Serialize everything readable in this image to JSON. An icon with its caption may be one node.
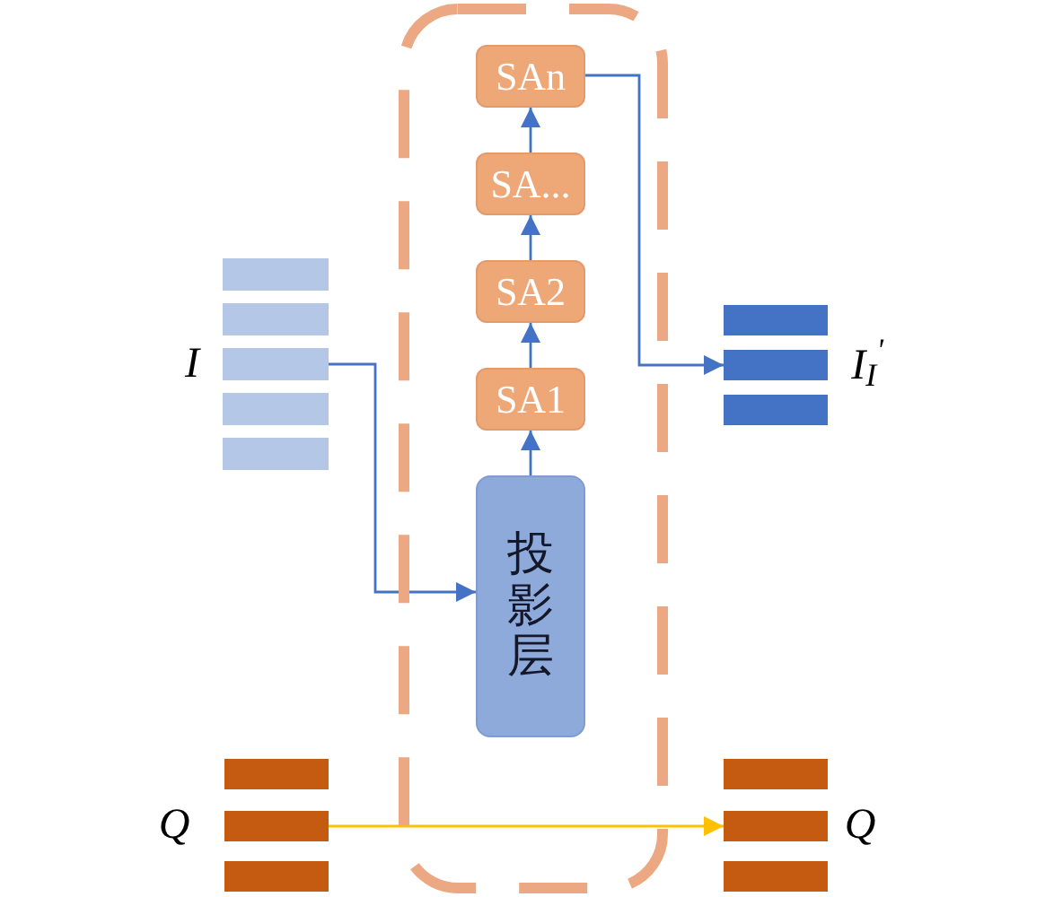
{
  "diagram": {
    "nodes": [
      {
        "text": [],
        "shape": "box"
      },
      {
        "text": [
          "SAn"
        ],
        "in": 0
      },
      {
        "text": [
          "SA..."
        ],
        "in": 0
      },
      {
        "text": [
          "SA2"
        ],
        "in": 0
      },
      {
        "text": [
          "SA1"
        ],
        "in": 0
      },
      {
        "text": [
          "投影层"
        ],
        "in": 0
      },
      {
        "text": [],
        "shape": "bar"
      },
      {
        "text": [],
        "shape": "bar"
      },
      {
        "text": [],
        "shape": "bar",
        "beside": [
          "I"
        ]
      },
      {
        "text": [],
        "shape": "bar"
      },
      {
        "text": [],
        "shape": "bar"
      },
      {
        "text": [],
        "shape": "bar"
      },
      {
        "text": [],
        "shape": "bar",
        "beside": [
          "I$_{I}$$^{'}$"
        ]
      },
      {
        "text": [],
        "shape": "bar"
      },
      {
        "text": [],
        "shape": "bar"
      },
      {
        "text": [],
        "shape": "bar",
        "beside": [
          "Q"
        ]
      },
      {
        "text": [],
        "shape": "bar"
      },
      {
        "text": [],
        "shape": "bar"
      },
      {
        "text": [],
        "shape": "bar",
        "beside": [
          "Q"
        ]
      },
      {
        "text": [],
        "shape": "bar"
      }
    ],
    "edges": [
      {
        "from": 5,
        "to": 4,
        "arrow": "to"
      },
      {
        "from": 4,
        "to": 3,
        "arrow": "to"
      },
      {
        "from": 3,
        "to": 2,
        "arrow": "to"
      },
      {
        "from": 2,
        "to": 1,
        "arrow": "to"
      },
      {
        "from": 8,
        "to": 5,
        "arrow": "to"
      },
      {
        "from": 1,
        "to": 12,
        "arrow": "to"
      },
      {
        "from": 15,
        "to": 18,
        "arrow": "to",
        "color": "#ffc000"
      }
    ]
  }
}
